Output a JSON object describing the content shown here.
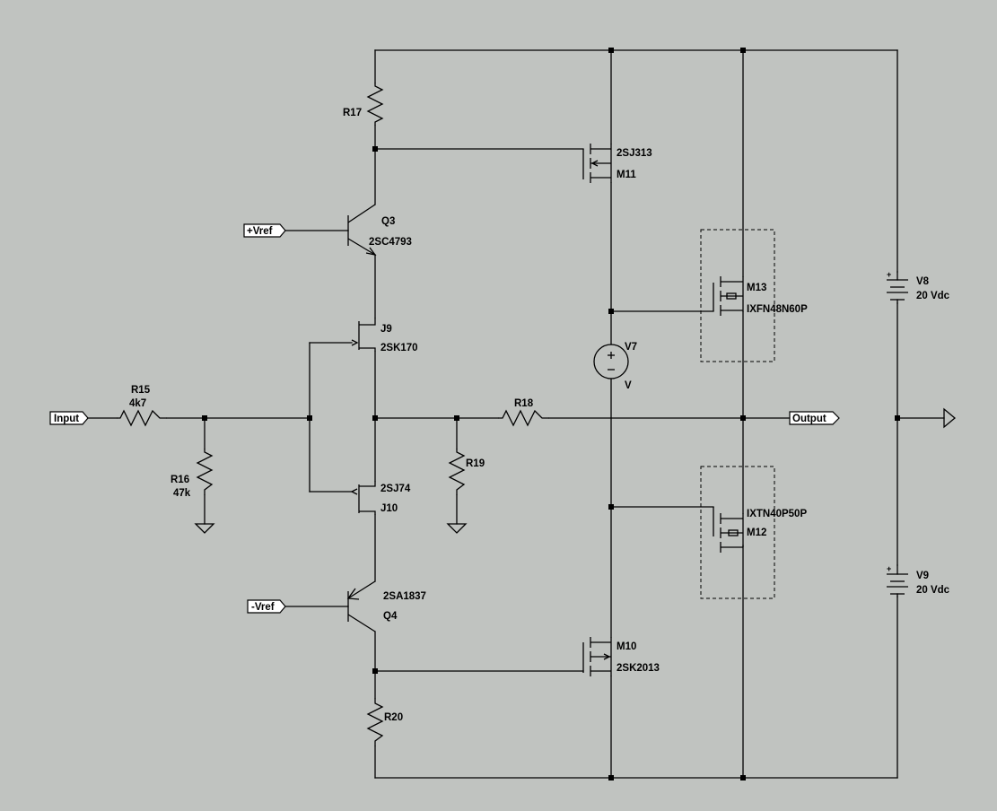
{
  "components": {
    "r17": {
      "name": "R17"
    },
    "r15": {
      "name": "R15",
      "value": "4k7"
    },
    "r16": {
      "name": "R16",
      "value": "47k"
    },
    "r18": {
      "name": "R18"
    },
    "r19": {
      "name": "R19"
    },
    "r20": {
      "name": "R20"
    },
    "q3": {
      "name": "Q3",
      "part": "2SC4793"
    },
    "q4": {
      "name": "Q4",
      "part": "2SA1837"
    },
    "j9": {
      "name": "J9",
      "part": "2SK170"
    },
    "j10": {
      "name": "J10",
      "part": "2SJ74"
    },
    "m11": {
      "name": "M11",
      "part": "2SJ313"
    },
    "m10": {
      "name": "M10",
      "part": "2SK2013"
    },
    "m13": {
      "name": "M13",
      "part": "IXFN48N60P"
    },
    "m12": {
      "name": "M12",
      "part": "IXTN40P50P"
    },
    "v7": {
      "name": "V7",
      "value": "V"
    },
    "v8": {
      "name": "V8",
      "value": "20 Vdc"
    },
    "v9": {
      "name": "V9",
      "value": "20 Vdc"
    }
  },
  "ports": {
    "input": "Input",
    "output": "Output",
    "vref_pos": "+Vref",
    "vref_neg": "-Vref"
  },
  "colors": {
    "background": "#c0c3c0",
    "wire": "#000000",
    "port_fill": "#ffffff"
  }
}
